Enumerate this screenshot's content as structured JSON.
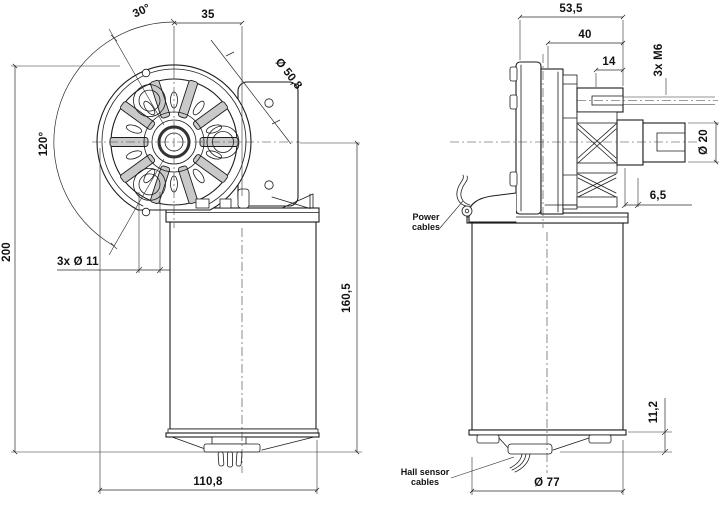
{
  "drawing": {
    "type": "technical-2d-drawing",
    "subject": "worm gear DC motor, two orthographic views with dimensions",
    "units_style": "metric, decimal comma",
    "colors": {
      "line": "#1c1c1c",
      "background": "#ffffff",
      "light_fill": "#d8d8d8"
    },
    "front_view": {
      "dims": {
        "angle_30": "30°",
        "offset_35": "35",
        "bolt_circle_dia": "Ø 50,8",
        "angle_120": "120°",
        "overall_height": "200",
        "mount_holes": "3x Ø 11",
        "motor_height": "160,5",
        "overall_width": "110,8"
      }
    },
    "side_view": {
      "dims": {
        "gearbox_depth": "53,5",
        "hub_depth": "40",
        "hub_len": "14",
        "mount_threads": "3x M6",
        "shaft_dia": "Ø 20",
        "face_offset": "6,5",
        "cap_height": "11,2",
        "motor_dia": "Ø 77"
      },
      "labels": {
        "power_1": "Power",
        "power_2": "cables",
        "hall_1": "Hall sensor",
        "hall_2": "cables"
      }
    }
  }
}
